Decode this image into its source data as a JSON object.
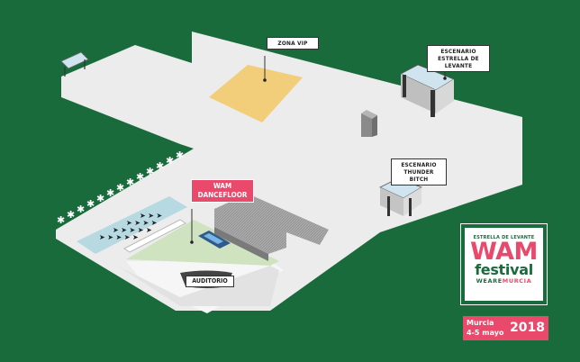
{
  "labels": {
    "vip": "ZONA VIP",
    "levante_line1": "ESCENARIO",
    "levante_line2": "ESTRELLA DE LEVANTE",
    "thunder_line1": "ESCENARIO",
    "thunder_line2": "THUNDER BITCH",
    "dancefloor_line1": "WAM",
    "dancefloor_line2": "DANCEFLOOR",
    "auditorio": "AUDITORIO"
  },
  "logo": {
    "sponsor": "ESTRELLA DE LEVANTE",
    "wam": "WAM",
    "festival": "festival",
    "tagline_we_are": "WEARE",
    "tagline_murcia": "MURCIA"
  },
  "event": {
    "city": "Murcia",
    "days": "4-5 mayo",
    "year": "2018"
  },
  "colors": {
    "background": "#1a6b3c",
    "ground": "#ececec",
    "vip_zone": "#f2cd7a",
    "dancefloor": "#cfe3c0",
    "water": "#b7d9e2",
    "accent": "#e94a6b"
  }
}
